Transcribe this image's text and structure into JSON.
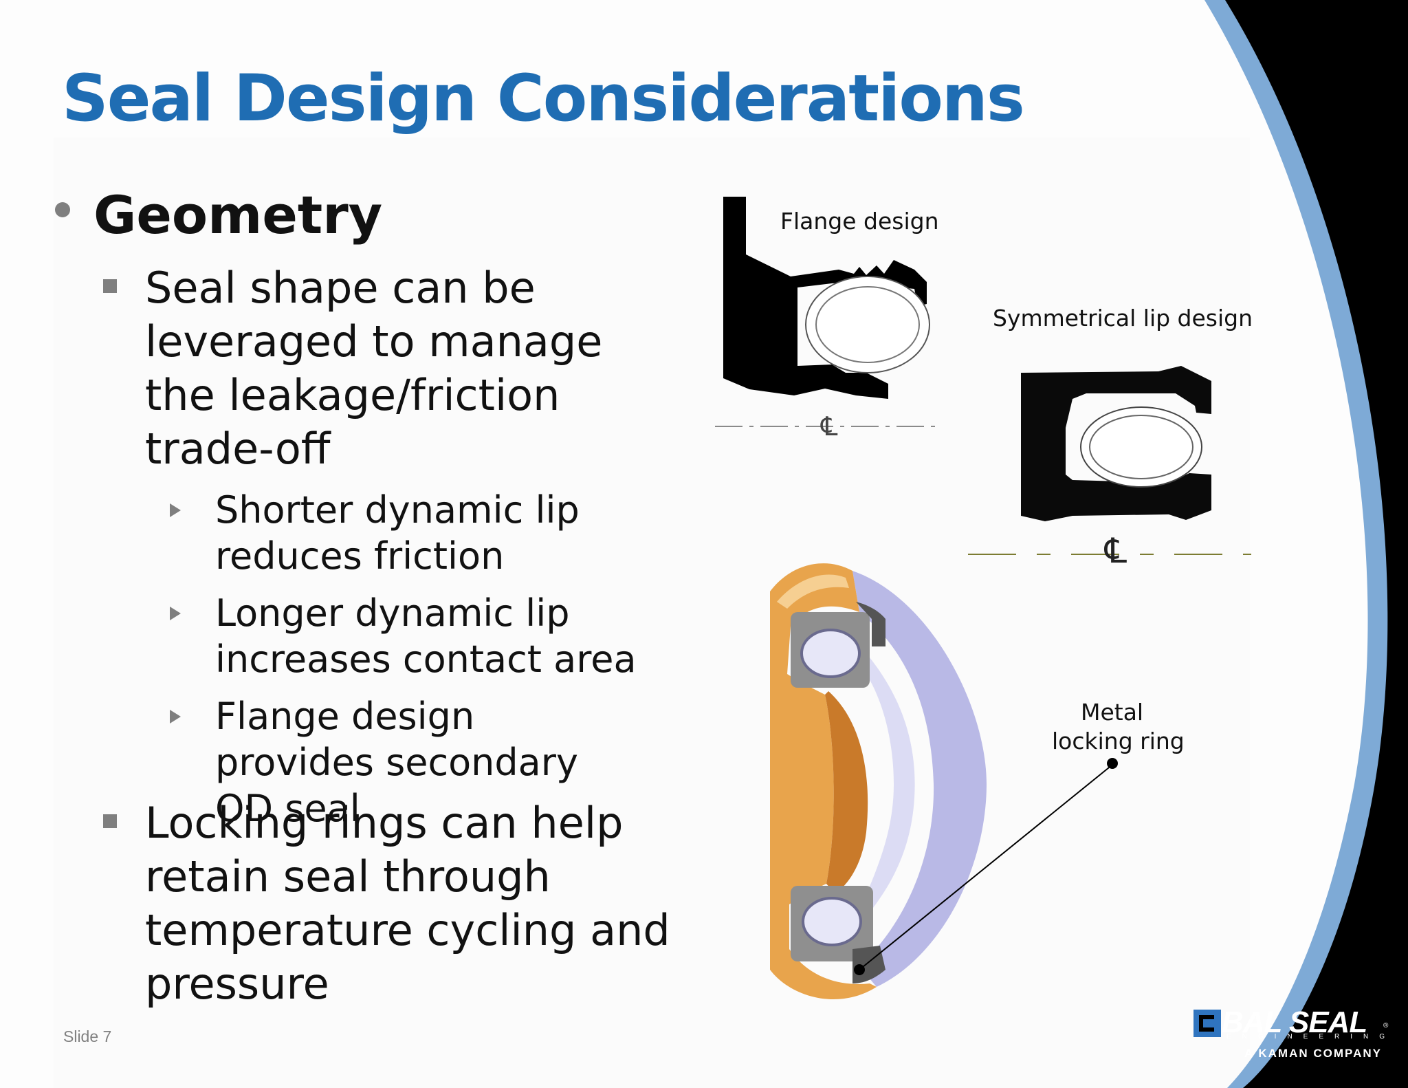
{
  "slide": {
    "title": "Seal Design Considerations",
    "number_label": "Slide 7"
  },
  "bullets": {
    "level1": "Geometry",
    "point1": "Seal shape can be leveraged to manage the leakage/friction trade-off",
    "sub1": "Shorter dynamic lip reduces friction",
    "sub2": "Longer dynamic lip increases contact area",
    "sub3": "Flange design provides secondary OD seal",
    "point2": "Locking rings can help retain seal through temperature cycling and pressure"
  },
  "figures": {
    "flange_label": "Flange design",
    "symmetrical_label": "Symmetrical lip design",
    "centerline_symbol": "℄",
    "locking_label_line1": "Metal",
    "locking_label_line2": "locking ring"
  },
  "logo": {
    "brand": "BAL SEAL",
    "registered": "®",
    "engineering": "ENGINEERING",
    "subline": "A KAMAN COMPANY"
  },
  "colors": {
    "title_blue": "#1f6db3",
    "arc_light_blue": "#7eaad6",
    "corner_black": "#000000",
    "bullet_gray": "#7f7f7f",
    "seal_bronze": "#e8a44c",
    "ring_lavender": "#b9b9e6"
  }
}
